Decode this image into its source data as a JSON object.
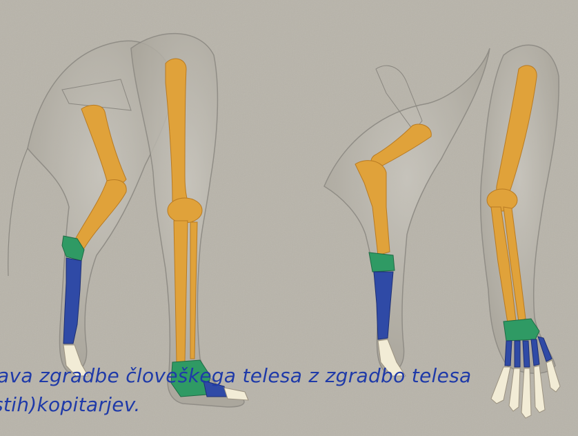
{
  "caption": {
    "line1": "ava zgradbe človeškega telesa z zgradbo telesa",
    "line2": "stih)kopitarjev."
  },
  "colors": {
    "background": "#b8b4aa",
    "bone_long": "#e0a23a",
    "bone_tarsal": "#2f9a64",
    "bone_metatarsal": "#2f4aa6",
    "bone_phalanx": "#f2ecd6",
    "sketch": "#8a8780",
    "caption_text": "#1f3aa8"
  },
  "figures": [
    {
      "name": "horse-hind-leg"
    },
    {
      "name": "human-leg"
    },
    {
      "name": "horse-fore-leg"
    },
    {
      "name": "human-arm"
    }
  ]
}
